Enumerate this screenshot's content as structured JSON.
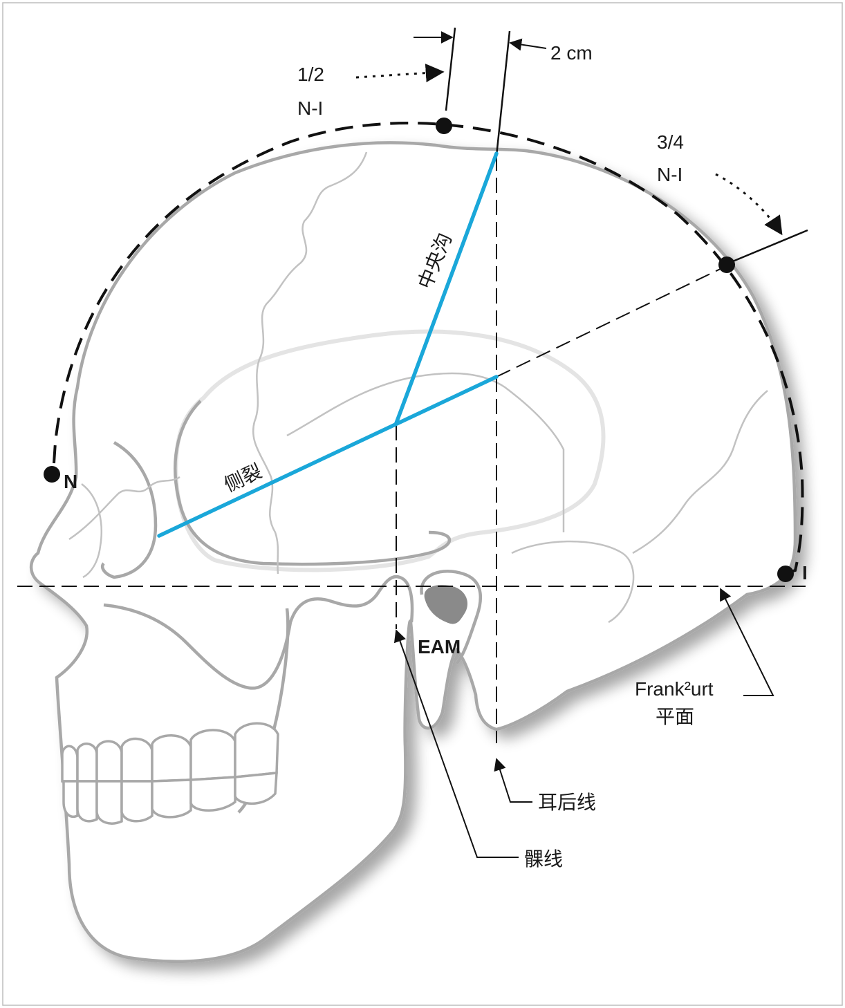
{
  "labels": {
    "half_ni_line1": "1/2",
    "half_ni_line2": "N-I",
    "two_cm": "2 cm",
    "three_quarter_ni_line1": "3/4",
    "three_quarter_ni_line2": "N-I",
    "central_sulcus": "中央沟",
    "lateral_fissure": "侧裂",
    "nasion": "N",
    "inion": "I",
    "eam": "EAM",
    "frankfurt_line1": "Frank²urt",
    "frankfurt_line2": "平面",
    "preauricular_line": "耳后线",
    "condylar_line": "髁线"
  },
  "colors": {
    "skull_outline": "#a8a8a8",
    "brain_outline": "#e4e4e4",
    "suture": "#c2c2c2",
    "sulcus_blue": "#1aa7d9",
    "reference_lines": "#111111",
    "ear_canal_fill": "#8a8a8a",
    "frame_border": "#bdbdbd"
  }
}
